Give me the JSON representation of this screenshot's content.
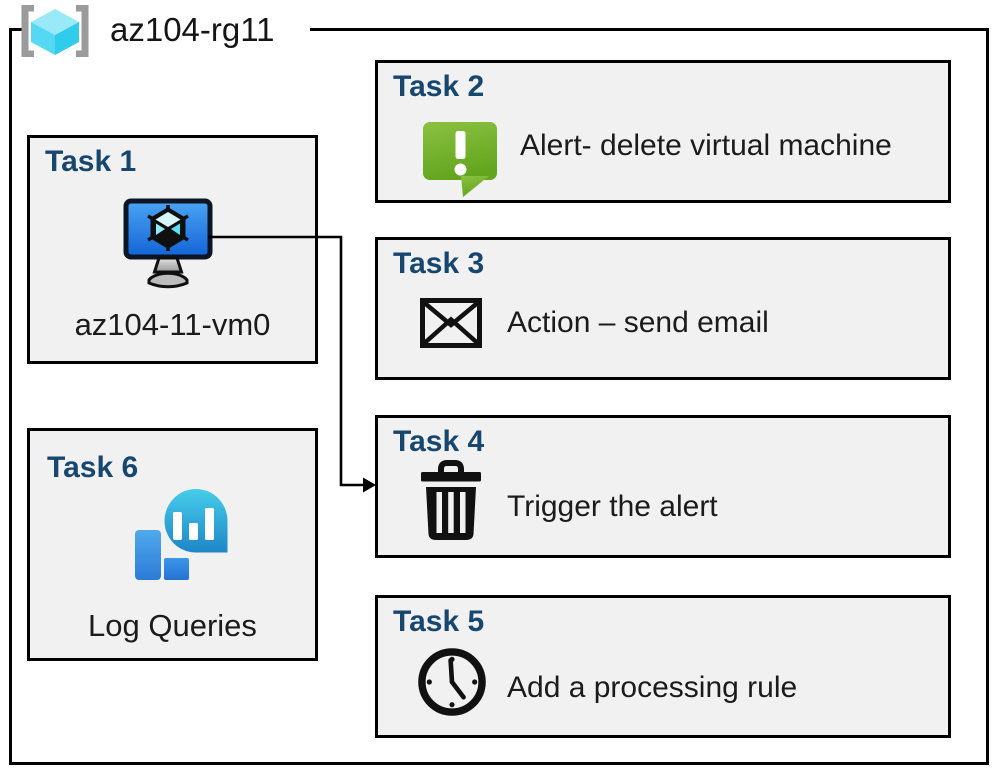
{
  "header": {
    "title": "az104-rg11",
    "icon": "resource-group-icon"
  },
  "tasks": [
    {
      "id": "task-1",
      "title": "Task 1",
      "icon": "virtual-machine-icon",
      "label": "az104-11-vm0"
    },
    {
      "id": "task-2",
      "title": "Task 2",
      "icon": "alert-icon",
      "label": "Alert- delete virtual machine"
    },
    {
      "id": "task-3",
      "title": "Task 3",
      "icon": "email-icon",
      "label": "Action – send email"
    },
    {
      "id": "task-4",
      "title": "Task 4",
      "icon": "trash-icon",
      "label": "Trigger the alert"
    },
    {
      "id": "task-5",
      "title": "Task 5",
      "icon": "clock-icon",
      "label": "Add a processing rule"
    },
    {
      "id": "task-6",
      "title": "Task 6",
      "icon": "log-queries-icon",
      "label": "Log Queries"
    }
  ],
  "connector": {
    "from": "task-1",
    "to": "task-4",
    "type": "elbow-arrow"
  },
  "colors": {
    "task_title": "#17466E",
    "box_background": "#F1F1F2",
    "border": "#000000",
    "alert_green": "#76B82E",
    "vm_screen_blue": "#2E86E8",
    "log_teal": "#2FBFE4",
    "rg_cube_cyan": "#55D9F2",
    "bracket_gray": "#9B9B9B"
  }
}
